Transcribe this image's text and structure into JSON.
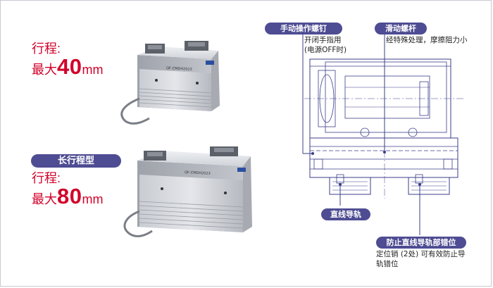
{
  "left": {
    "top_stroke_label": "行程:",
    "top_stroke_prefix": "最大",
    "top_stroke_value": "40",
    "top_stroke_unit": "mm",
    "long_type_badge": "长行程型",
    "bottom_stroke_label": "行程:",
    "bottom_stroke_prefix": "最大",
    "bottom_stroke_value": "80",
    "bottom_stroke_unit": "mm"
  },
  "product_markings": {
    "top_plate": "QF-CMDH2023",
    "bottom_plate": "QF-CMDH2023"
  },
  "callouts": {
    "manual_screw": {
      "title": "手动操作螺钉",
      "desc_line1": "开闭手指用",
      "desc_line2": "(电源OFF时)"
    },
    "slide_screw": {
      "title": "滑动螺杆",
      "desc": "经特殊处理，摩擦阻力小"
    },
    "linear_guide": {
      "title": "直线导轨"
    },
    "anti_misalign": {
      "title": "防止直线导轨部错位",
      "desc_line1": "定位销 (2处) 可有效防止导",
      "desc_line2": "轨错位"
    }
  },
  "colors": {
    "accent_red": "#d2002a",
    "badge_purple": "#4e4c92",
    "drawing_blue": "#3b3e8a"
  }
}
